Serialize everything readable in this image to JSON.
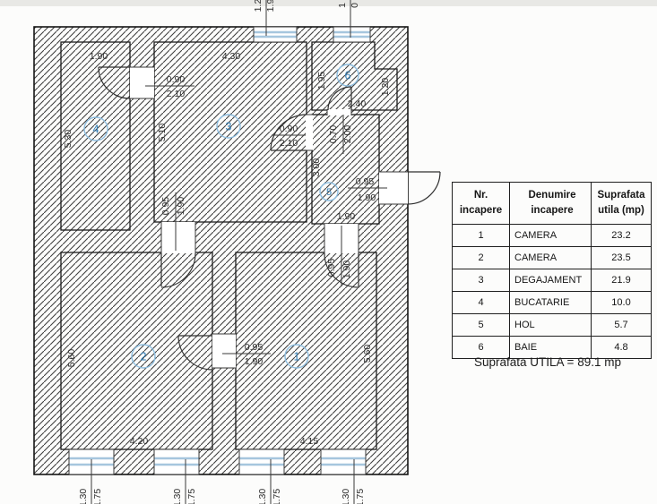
{
  "colors": {
    "glass": "#a6c6de",
    "badge_ring": "#8cbcde",
    "badge_text": "#2f7cb5"
  },
  "plan": {
    "room_badges": {
      "r1": "1",
      "r2": "2",
      "r3": "3",
      "r4": "4",
      "r5": "5",
      "r6": "6"
    },
    "dims": {
      "r4_w": "1.90",
      "r4_h": "5.30",
      "r3_w": "4.30",
      "r3_h": "5.10",
      "r6_h_left": "1.95",
      "r6_w": "2.40",
      "r6_h_right": "1.20",
      "r5_h": "3.00",
      "r5_w": "1.90",
      "r2_h": "5.60",
      "r2_w": "4.20",
      "r1_h": "5.60",
      "r1_w": "4.15"
    },
    "doors": {
      "d43_w": "0.90",
      "d43_h": "2.10",
      "d35_w": "0.90",
      "d35_h": "2.10",
      "d56_w": "0.70",
      "d56_h": "2.00",
      "d5e_w": "0.95",
      "d5e_h": "1.90",
      "d51_w": "0.95",
      "d51_h": "1.90",
      "d21_w": "0.95",
      "d21_h": "1.90",
      "d32_w": "0.95",
      "d32_h": "1.90"
    },
    "windows": {
      "bottom_w": "1.30",
      "bottom_h": "1.75",
      "top1_a": "1.2",
      "top1_b": "1.9",
      "top2_a": "1",
      "top2_b": "0"
    }
  },
  "table": {
    "col1_l1": "Nr.",
    "col1_l2": "incapere",
    "col2_l1": "Denumire",
    "col2_l2": "incapere",
    "col3_l1": "Suprafata",
    "col3_l2": "utila (mp)",
    "rows": [
      {
        "nr": "1",
        "name": "CAMERA",
        "area": "23.2"
      },
      {
        "nr": "2",
        "name": "CAMERA",
        "area": "23.5"
      },
      {
        "nr": "3",
        "name": "DEGAJAMENT",
        "area": "21.9"
      },
      {
        "nr": "4",
        "name": "BUCATARIE",
        "area": "10.0"
      },
      {
        "nr": "5",
        "name": "HOL",
        "area": "5.7"
      },
      {
        "nr": "6",
        "name": "BAIE",
        "area": "4.8"
      }
    ],
    "footer": "Suprafata UTILA = 89.1  mp"
  }
}
